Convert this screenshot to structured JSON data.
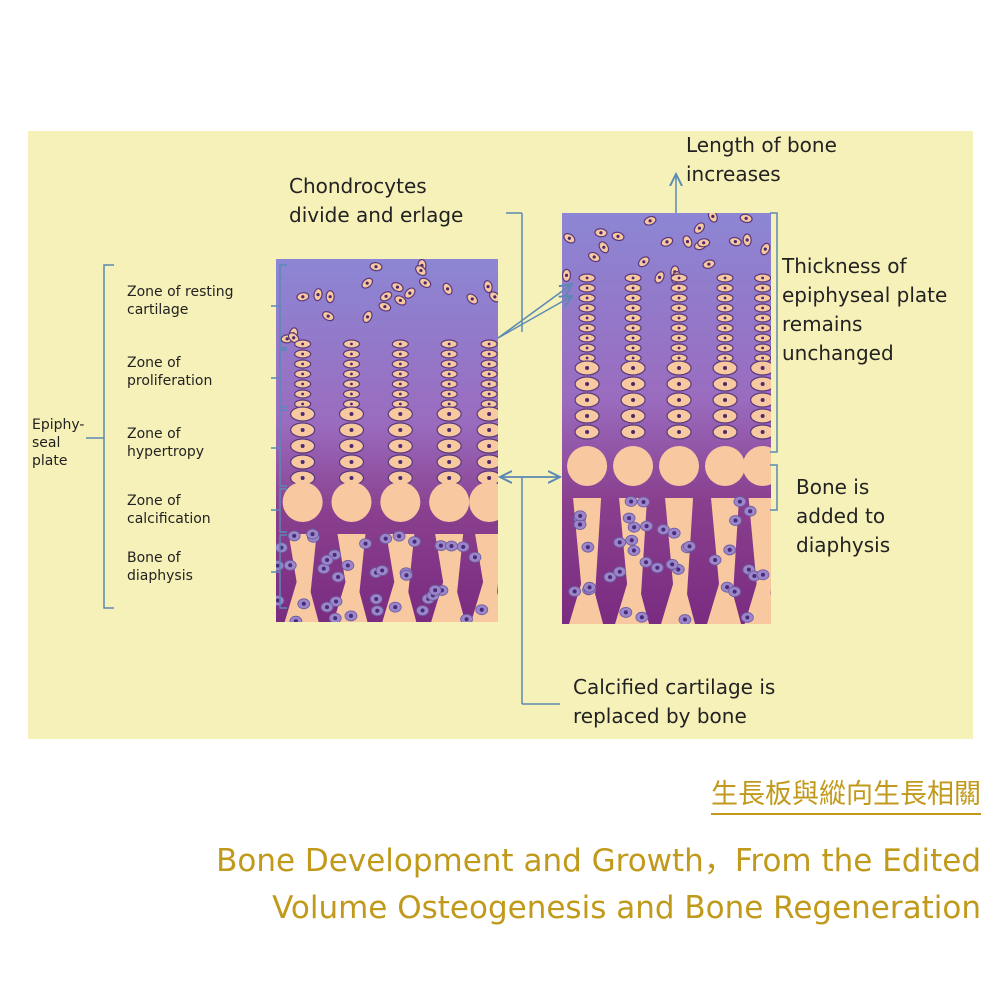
{
  "diagram": {
    "zone_labels": [
      "Zone of resting\ncartilage",
      "Zone of\nproliferation",
      "Zone of\nhypertropy",
      "Zone of\ncalcification",
      "Bone of\ndiaphysis"
    ],
    "epiphyseal_label": "Epiphy-\nseal\nplate",
    "chondrocytes_label": "Chondrocytes\ndivide and erlage",
    "length_label": "Length of bone\nincreases",
    "thickness_label": "Thickness of\nepiphyseal plate\nremains\nunchanged",
    "bone_added_label": "Bone is\nadded to\ndiaphysis",
    "calcified_label": "Calcified cartilage is\nreplaced by bone"
  },
  "caption": {
    "title_zh": "生長板與縱向生長相關",
    "source": "Bone Development and Growth，From the Edited\nVolume Osteogenesis and Bone Regeneration"
  },
  "colors": {
    "background": "#f6f1b8",
    "tissue_top": "#8c86d4",
    "tissue_bottom": "#7a2c80",
    "cell_fill": "#f8c9a0",
    "accent_caption": "#c19a1c",
    "leader_line": "#5b89b4"
  }
}
